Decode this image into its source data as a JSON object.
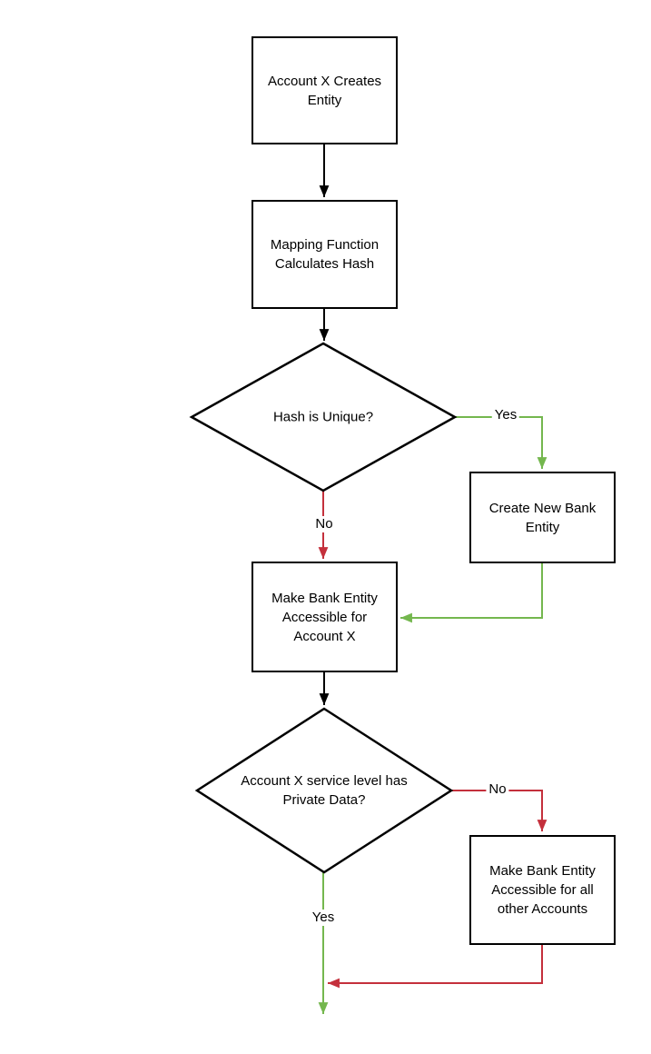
{
  "diagram": {
    "type": "flowchart",
    "colors": {
      "background": "#ffffff",
      "node_fill": "#ffffff",
      "node_border": "#000000",
      "text": "#000000",
      "flow_default": "#000000",
      "flow_yes": "#74B74E",
      "flow_no": "#C4303C"
    },
    "nodes": [
      {
        "id": "account-x-creates-entity",
        "type": "process",
        "label": "Account X Creates Entity"
      },
      {
        "id": "mapping-function-calculates-hash",
        "type": "process",
        "label": "Mapping Function Calculates Hash"
      },
      {
        "id": "hash-is-unique",
        "type": "decision",
        "label": "Hash is Unique?"
      },
      {
        "id": "create-new-bank-entity",
        "type": "process",
        "label": "Create New Bank Entity"
      },
      {
        "id": "make-bank-entity-accessible-for-account-x",
        "type": "process",
        "label": "Make Bank Entity Accessible for Account X"
      },
      {
        "id": "account-x-service-level-has-private-data",
        "type": "decision",
        "label": "Account X service level has Private Data?"
      },
      {
        "id": "make-bank-entity-accessible-for-all-other-accounts",
        "type": "process",
        "label": "Make Bank Entity Accessible for all other Accounts"
      }
    ],
    "edges": [
      {
        "from": "account-x-creates-entity",
        "to": "mapping-function-calculates-hash",
        "label": "",
        "color": "default"
      },
      {
        "from": "mapping-function-calculates-hash",
        "to": "hash-is-unique",
        "label": "",
        "color": "default"
      },
      {
        "from": "hash-is-unique",
        "to": "create-new-bank-entity",
        "label": "Yes",
        "color": "yes"
      },
      {
        "from": "hash-is-unique",
        "to": "make-bank-entity-accessible-for-account-x",
        "label": "No",
        "color": "no"
      },
      {
        "from": "create-new-bank-entity",
        "to": "make-bank-entity-accessible-for-account-x",
        "label": "",
        "color": "yes"
      },
      {
        "from": "make-bank-entity-accessible-for-account-x",
        "to": "account-x-service-level-has-private-data",
        "label": "",
        "color": "default"
      },
      {
        "from": "account-x-service-level-has-private-data",
        "to": "make-bank-entity-accessible-for-all-other-accounts",
        "label": "No",
        "color": "no"
      },
      {
        "from": "account-x-service-level-has-private-data",
        "to": "flow-exit",
        "label": "Yes",
        "color": "yes"
      },
      {
        "from": "make-bank-entity-accessible-for-all-other-accounts",
        "to": "flow-exit",
        "label": "",
        "color": "no"
      }
    ]
  }
}
